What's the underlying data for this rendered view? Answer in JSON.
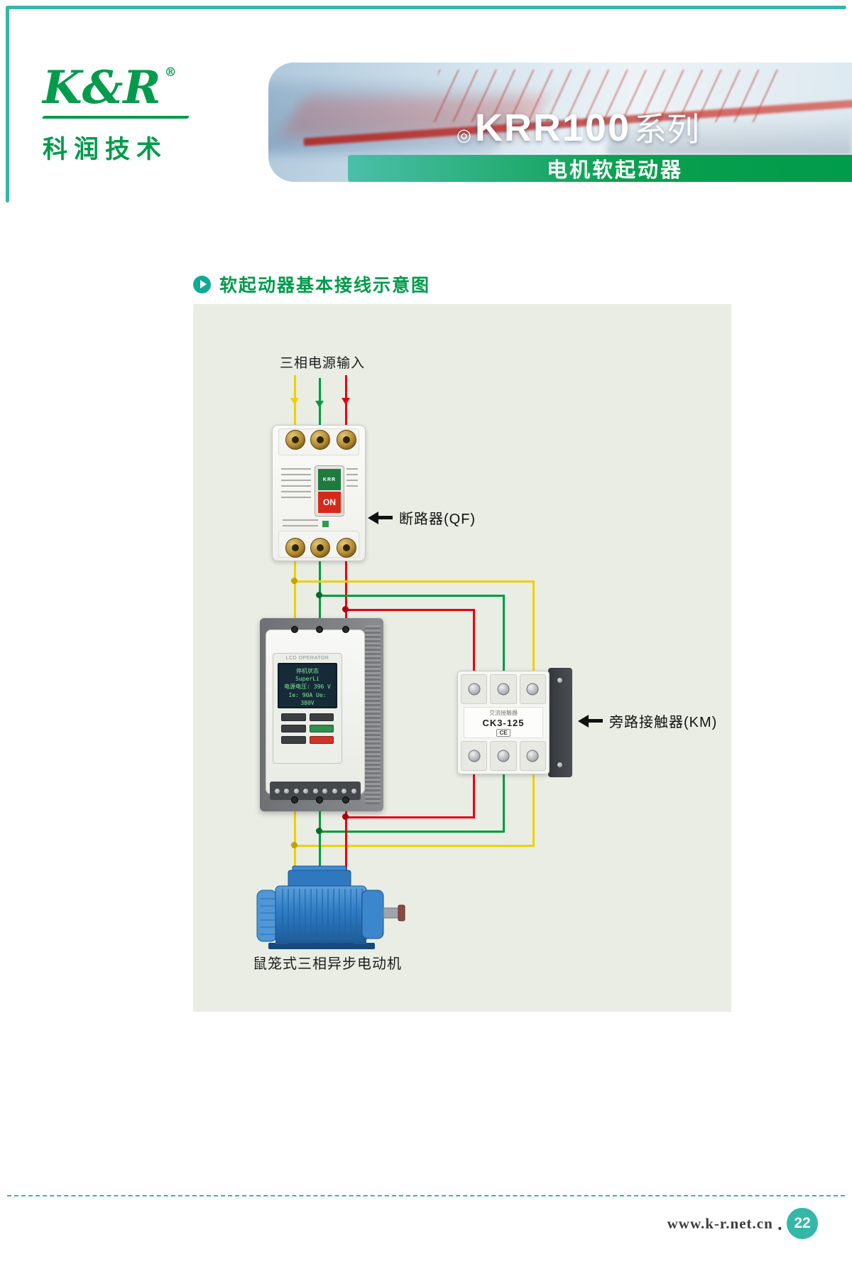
{
  "brand": {
    "logo": "K&R",
    "registered": "®",
    "name_cn": "科润技术"
  },
  "header": {
    "series_mark": "◎",
    "series_name": "KRR100",
    "series_suffix": "系列",
    "subtitle": "电机软起动器"
  },
  "section": {
    "title": "软起动器基本接线示意图"
  },
  "diagram": {
    "power_input_label": "三相电源输入",
    "breaker_label": "断路器(QF)",
    "contactor_label": "旁路接触器(KM)",
    "motor_label": "鼠笼式三相异步电动机",
    "breaker": {
      "brand": "KRR",
      "on": "ON"
    },
    "soft_starter": {
      "panel_title": "LCD OPERATOR",
      "lcd_lines": [
        "停机状态",
        "SuperLi",
        "电源电压: 396 V",
        "Ie: 90A Ue: 380V"
      ]
    },
    "contactor": {
      "type": "交流接触器",
      "model": "CK3-125",
      "cert": "CE"
    }
  },
  "footer": {
    "website": "www.k-r.net.cn",
    "separator": ".",
    "page_number": "22"
  },
  "colors": {
    "accent_teal": "#35B7A8",
    "brand_green": "#009B4B",
    "wire_yellow": "#F0D000",
    "wire_green": "#009B3E",
    "wire_red": "#E60012"
  }
}
